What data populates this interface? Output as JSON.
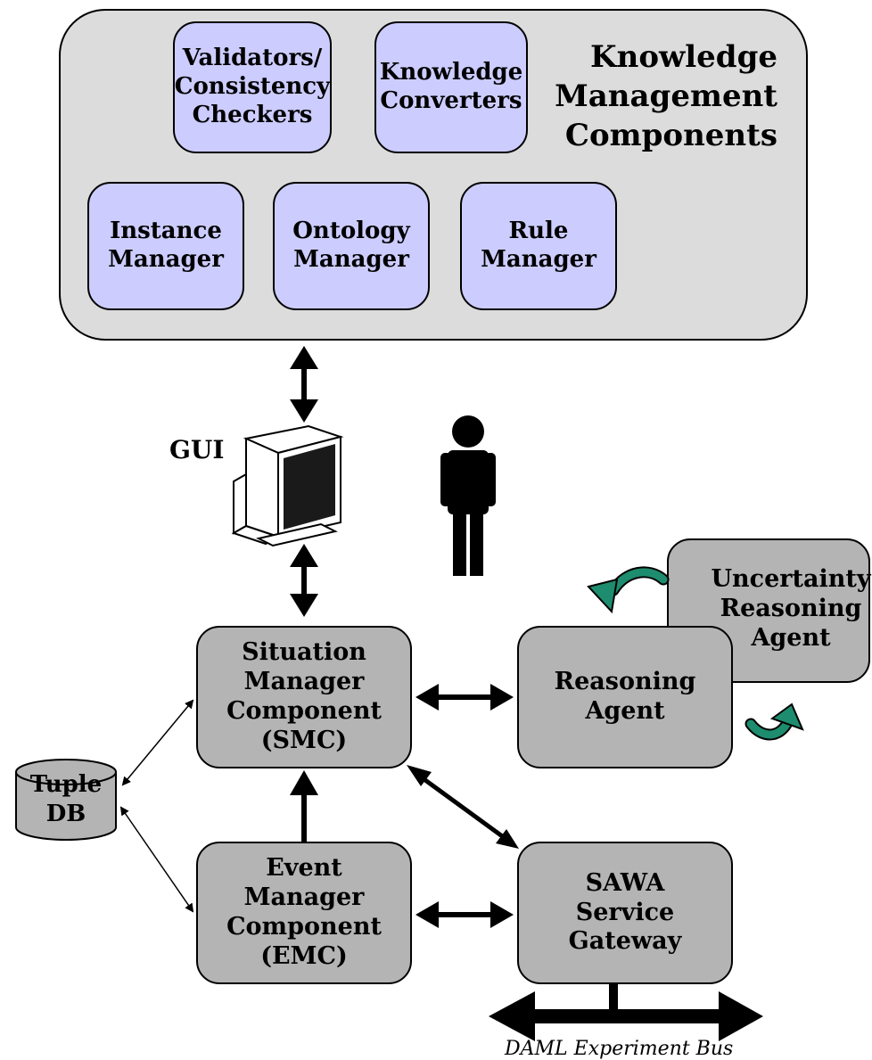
{
  "km_group": {
    "title": "Knowledge\nManagement\nComponents",
    "validators": "Validators/\nConsistency\nCheckers",
    "converters": "Knowledge\nConverters",
    "instance_manager": "Instance\nManager",
    "ontology_manager": "Ontology\nManager",
    "rule_manager": "Rule\nManager"
  },
  "gui_label": "GUI",
  "smc": "Situation\nManager\nComponent\n(SMC)",
  "emc": "Event\nManager\nComponent\n(EMC)",
  "reasoning_agent": "Reasoning\nAgent",
  "uncertainty_agent": "Uncertainty\nReasoning\nAgent",
  "sawa_gateway": "SAWA\nService\nGateway",
  "tuple_db": "Tuple\nDB",
  "bus_label": "DAML Experiment Bus",
  "colors": {
    "km_background": "#dcdcdc",
    "km_components": "#ccccff",
    "components": "#b4b4b4",
    "rotate_arrows": "#1e8c6e"
  },
  "icons": [
    "computer-monitor-icon",
    "person-icon",
    "database-cylinder-icon",
    "rotate-arrow-icon"
  ]
}
